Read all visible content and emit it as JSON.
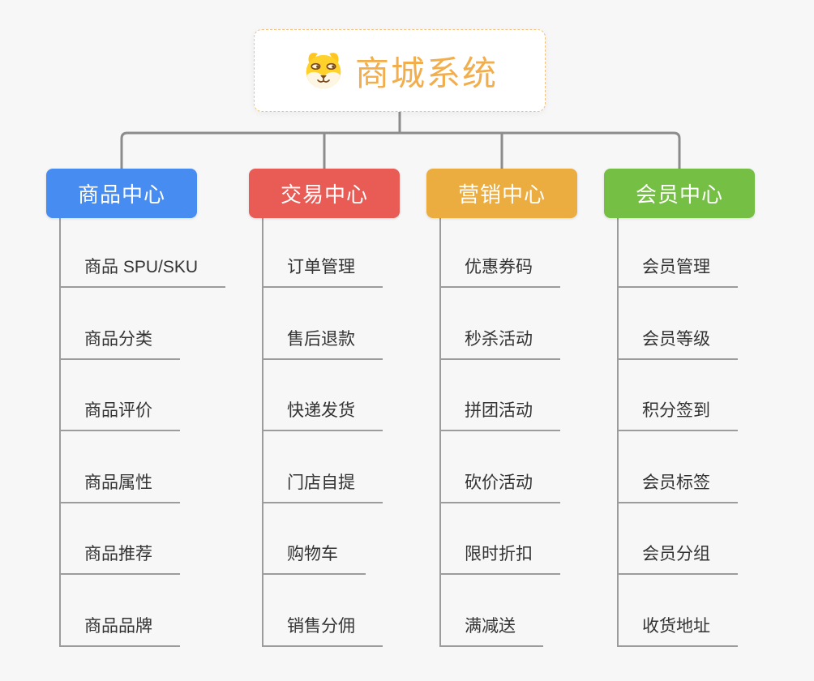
{
  "root": {
    "title": "商城系统",
    "icon": "dog-face-icon"
  },
  "branches": [
    {
      "label": "商品中心",
      "color": "#478cf0",
      "items": [
        "商品 SPU/SKU",
        "商品分类",
        "商品评价",
        "商品属性",
        "商品推荐",
        "商品品牌"
      ]
    },
    {
      "label": "交易中心",
      "color": "#e95b55",
      "items": [
        "订单管理",
        "售后退款",
        "快递发货",
        "门店自提",
        "购物车",
        "销售分佣"
      ]
    },
    {
      "label": "营销中心",
      "color": "#ebac40",
      "items": [
        "优惠券码",
        "秒杀活动",
        "拼团活动",
        "砍价活动",
        "限时折扣",
        "满减送"
      ]
    },
    {
      "label": "会员中心",
      "color": "#75bf44",
      "items": [
        "会员管理",
        "会员等级",
        "积分签到",
        "会员标签",
        "会员分组",
        "收货地址"
      ]
    }
  ],
  "colors": {
    "background": "#f7f7f8",
    "connector": "#8c8c8c",
    "leaf_line": "#9c9c9c",
    "leaf_text": "#333333",
    "root_text": "#f2ae4c",
    "root_border": "#f2c27e",
    "icon_yellow": "#ffd12b",
    "icon_cream": "#fdf6e4",
    "icon_brown": "#7a4a1f"
  }
}
